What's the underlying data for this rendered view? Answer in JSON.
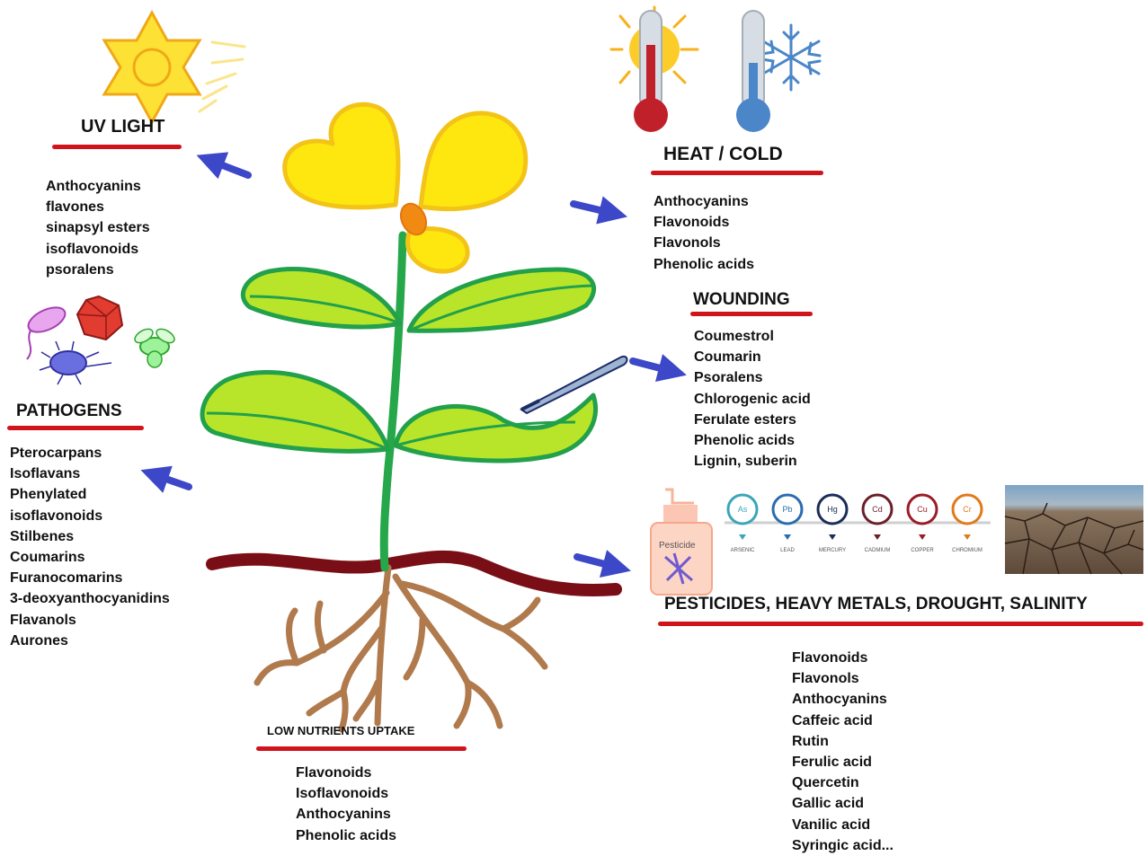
{
  "stresses": {
    "uv": {
      "title": "UV LIGHT",
      "compounds": [
        "Anthocyanins",
        "flavones",
        "sinapsyl esters",
        "isoflavonoids",
        "psoralens"
      ]
    },
    "heat_cold": {
      "title": "HEAT / COLD",
      "compounds": [
        "Anthocyanins",
        "Flavonoids",
        "Flavonols",
        "Phenolic acids"
      ]
    },
    "wounding": {
      "title": "WOUNDING",
      "compounds": [
        "Coumestrol",
        "Coumarin",
        "Psoralens",
        "Chlorogenic acid",
        "Ferulate esters",
        "Phenolic acids",
        "Lignin, suberin"
      ]
    },
    "pathogens": {
      "title": "PATHOGENS",
      "compounds": [
        "Pterocarpans",
        "Isoflavans",
        "Phenylated",
        "isoflavonoids",
        "Stilbenes",
        "Coumarins",
        "Furanocomarins",
        "3-deoxyanthocyanidins",
        "Flavanols",
        "Aurones"
      ]
    },
    "pesticides": {
      "title": "PESTICIDES, HEAVY METALS, DROUGHT, SALINITY",
      "compounds": [
        "Flavonoids",
        "Flavonols",
        "Anthocyanins",
        "Caffeic acid",
        "Rutin",
        "Ferulic acid",
        "Quercetin",
        "Gallic acid",
        "Vanilic acid",
        "Syringic acid..."
      ]
    },
    "nutrients": {
      "title": "LOW NUTRIENTS UPTAKE",
      "compounds": [
        "Flavonoids",
        "Isoflavonoids",
        "Anthocyanins",
        "Phenolic acids"
      ]
    }
  },
  "pesticide_bottle_label": "Pesticide",
  "heavy_metals": [
    {
      "symbol": "As",
      "name": "ARSENIC",
      "color": "#3aa6b9"
    },
    {
      "symbol": "Pb",
      "name": "LEAD",
      "color": "#2b6cb0"
    },
    {
      "symbol": "Hg",
      "name": "MERCURY",
      "color": "#1c2c5a"
    },
    {
      "symbol": "Cd",
      "name": "CADMIUM",
      "color": "#6b1f2a"
    },
    {
      "symbol": "Cu",
      "name": "COPPER",
      "color": "#9b1c28"
    },
    {
      "symbol": "Cr",
      "name": "CHROMIUM",
      "color": "#e07a1a"
    }
  ],
  "colors": {
    "accent_bar": "#d0141c",
    "arrow": "#3d48c8",
    "petal": "#fde70f",
    "petal_outline": "#f3c318",
    "leaf": "#b8e52a",
    "leaf_outline": "#22a04b",
    "stem": "#26a74a",
    "soil": "#7a0e16",
    "roots": "#b07a4c"
  },
  "icons": [
    "sun-icon",
    "thermometer-sun-icon",
    "thermometer-snowflake-icon",
    "pathogens-icon",
    "scalpel-icon",
    "pesticide-bottle-icon",
    "heavy-metals-icon",
    "cracked-earth-icon"
  ]
}
